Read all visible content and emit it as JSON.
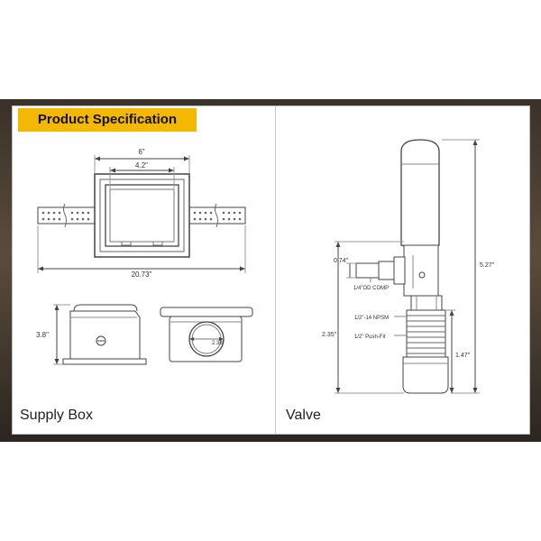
{
  "header": {
    "title": "Product Specification"
  },
  "supply_box": {
    "caption": "Supply Box",
    "dims": {
      "overall_width": "20.73\"",
      "flange_width": "6\"",
      "opening_width": "4.2\"",
      "height": "3.8\"",
      "pipe_diameter": "2.38\""
    }
  },
  "valve": {
    "caption": "Valve",
    "dims": {
      "offset": "0.74\"",
      "height": "5.27\"",
      "lower_height": "2.35\"",
      "bottom": "1.47\""
    },
    "labels": {
      "comp": "1/4\"OD COMP",
      "npsm": "1/2\"-14 NPSM",
      "push_fit": "1/2\" Push-Fit"
    }
  },
  "colors": {
    "banner": "#f5b800",
    "line": "#444444"
  }
}
